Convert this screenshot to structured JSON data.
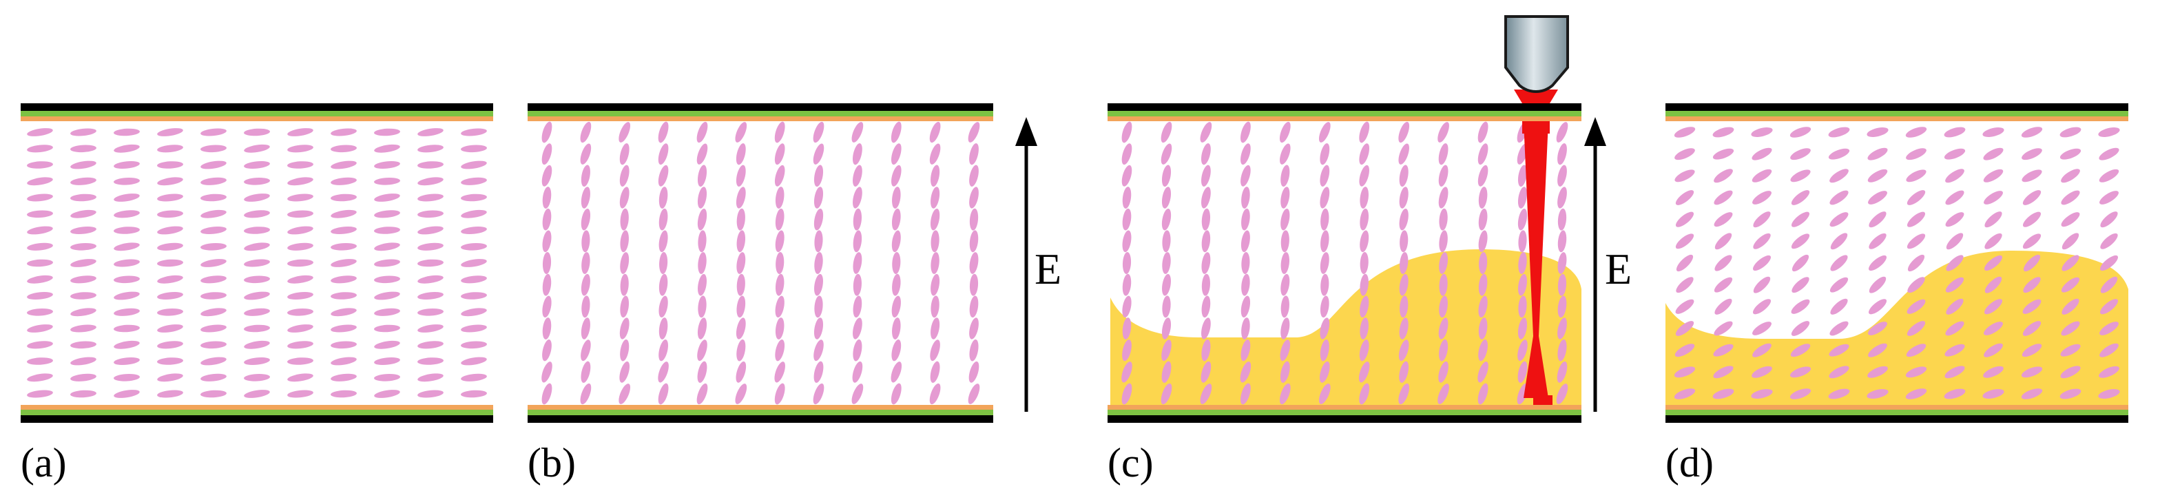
{
  "panels": [
    {
      "id": "a",
      "label": "(a)",
      "state": "planar",
      "field": false,
      "polymer": false,
      "laser": false
    },
    {
      "id": "b",
      "label": "(b)",
      "state": "homeotropic",
      "field": true,
      "polymer": false,
      "laser": false
    },
    {
      "id": "c",
      "label": "(c)",
      "state": "homeotropic",
      "field": true,
      "polymer": true,
      "laser": true
    },
    {
      "id": "d",
      "label": "(d)",
      "state": "relaxed",
      "field": false,
      "polymer": true,
      "laser": false
    }
  ],
  "field_label": "E",
  "colors": {
    "glass": "#000000",
    "electrode": "#7dc243",
    "alignment_layer": "#f2a45a",
    "liquid_crystal": "#e59bd2",
    "polymer": "#fcd64e",
    "laser": "#ee1111",
    "objective": "#a9b8c0"
  },
  "icons": {
    "objective": "microscope-objective-icon",
    "field_arrow": "arrow-up-icon"
  }
}
